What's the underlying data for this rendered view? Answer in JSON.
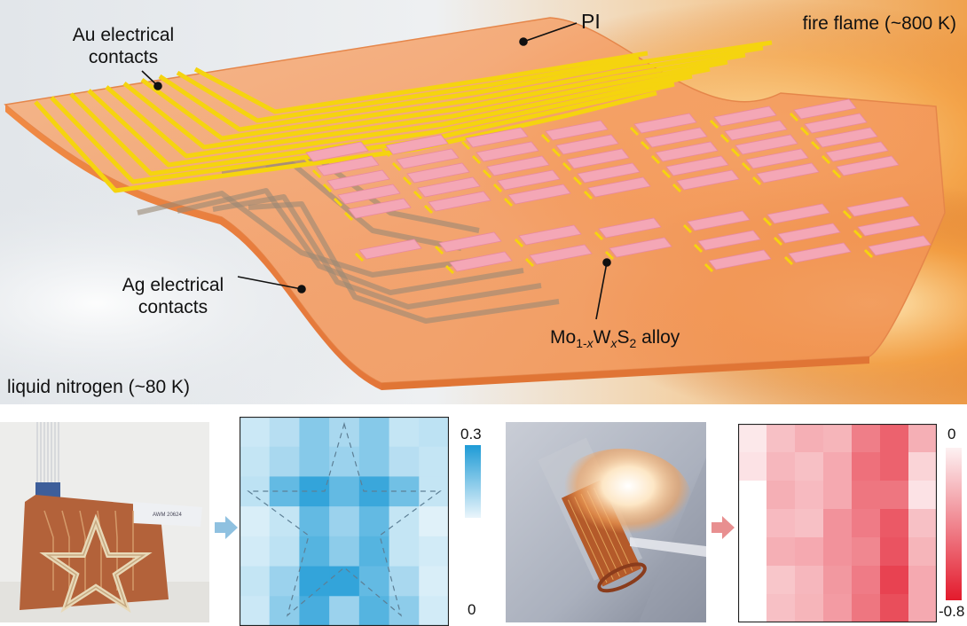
{
  "labels": {
    "pi": "PI",
    "fire": "fire flame (~800 K)",
    "au": "Au electrical contacts",
    "ag": "Ag electrical contacts",
    "nitrogen": "liquid nitrogen (~80 K)",
    "alloy": {
      "p1": "Mo",
      "s1": "1-",
      "sx": "x",
      "p2": "W",
      "s2": "x",
      "p3": "S",
      "s3": "2",
      "p4": " alloy"
    }
  },
  "heatmap_blue": {
    "colorbar_max": "0.3",
    "colorbar_min": "0",
    "rows": [
      [
        0.05,
        0.08,
        0.15,
        0.1,
        0.15,
        0.06,
        0.07
      ],
      [
        0.06,
        0.1,
        0.15,
        0.12,
        0.15,
        0.08,
        0.06
      ],
      [
        0.07,
        0.2,
        0.27,
        0.2,
        0.26,
        0.18,
        0.06
      ],
      [
        0.03,
        0.06,
        0.2,
        0.12,
        0.2,
        0.06,
        0.02
      ],
      [
        0.04,
        0.07,
        0.22,
        0.14,
        0.22,
        0.06,
        0.04
      ],
      [
        0.06,
        0.12,
        0.27,
        0.27,
        0.2,
        0.1,
        0.03
      ],
      [
        0.05,
        0.14,
        0.24,
        0.12,
        0.22,
        0.14,
        0.04
      ]
    ]
  },
  "heatmap_red": {
    "colorbar_max": "0",
    "colorbar_min": "-0.8",
    "rows": [
      [
        -0.08,
        -0.22,
        -0.28,
        -0.26,
        -0.45,
        -0.55,
        -0.28
      ],
      [
        -0.1,
        -0.25,
        -0.22,
        -0.3,
        -0.5,
        -0.55,
        -0.15
      ],
      [
        0.0,
        -0.28,
        -0.24,
        -0.3,
        -0.48,
        -0.48,
        -0.1
      ],
      [
        0.0,
        -0.24,
        -0.22,
        -0.38,
        -0.46,
        -0.58,
        -0.22
      ],
      [
        0.0,
        -0.28,
        -0.3,
        -0.38,
        -0.42,
        -0.6,
        -0.26
      ],
      [
        0.0,
        -0.2,
        -0.25,
        -0.36,
        -0.46,
        -0.66,
        -0.3
      ],
      [
        0.0,
        -0.22,
        -0.26,
        -0.35,
        -0.48,
        -0.62,
        -0.3
      ]
    ]
  },
  "colors": {
    "substrate": "#f4a06a",
    "gold_trace": "#f5d40f",
    "silver_trace": "#9a8874",
    "sensor_pink": "#f4a7b6",
    "arrow_blue": "#8fc1e0",
    "arrow_red": "#e88f90",
    "heat_blue": "#1e9bd6",
    "heat_red": "#e31a2c"
  }
}
